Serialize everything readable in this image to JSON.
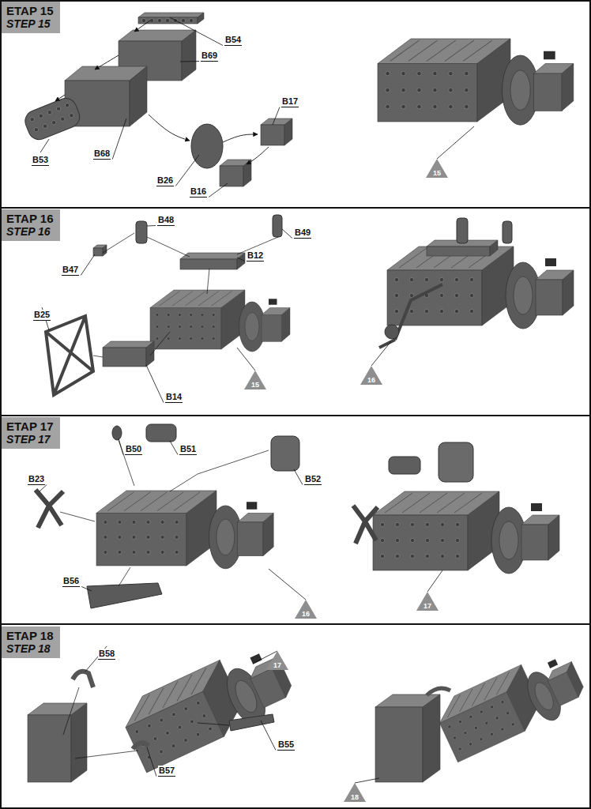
{
  "diagram": {
    "nodes": [
      {
        "text": [
          "ETAP 15",
          "STEP 15"
        ]
      },
      {
        "text": [
          "15"
        ]
      },
      {
        "text": [
          "ETAP 16",
          "STEP 16"
        ]
      },
      {
        "text": [
          "15"
        ]
      },
      {
        "text": [
          "16"
        ]
      },
      {
        "text": [
          "ETAP 17",
          "STEP 17"
        ]
      },
      {
        "text": [
          "16"
        ]
      },
      {
        "text": [
          "17"
        ]
      },
      {
        "text": [
          "ETAP 18",
          "STEP 18"
        ]
      },
      {
        "text": [
          "17"
        ]
      },
      {
        "text": [
          "18"
        ]
      }
    ],
    "labels": [
      "B54",
      "B69",
      "B17",
      "B53",
      "B68",
      "B26",
      "B16",
      "B48",
      "B49",
      "B47",
      "B12",
      "B25",
      "B14",
      "B50",
      "B51",
      "B52",
      "B23",
      "B56",
      "B58",
      "B55",
      "B57"
    ]
  }
}
